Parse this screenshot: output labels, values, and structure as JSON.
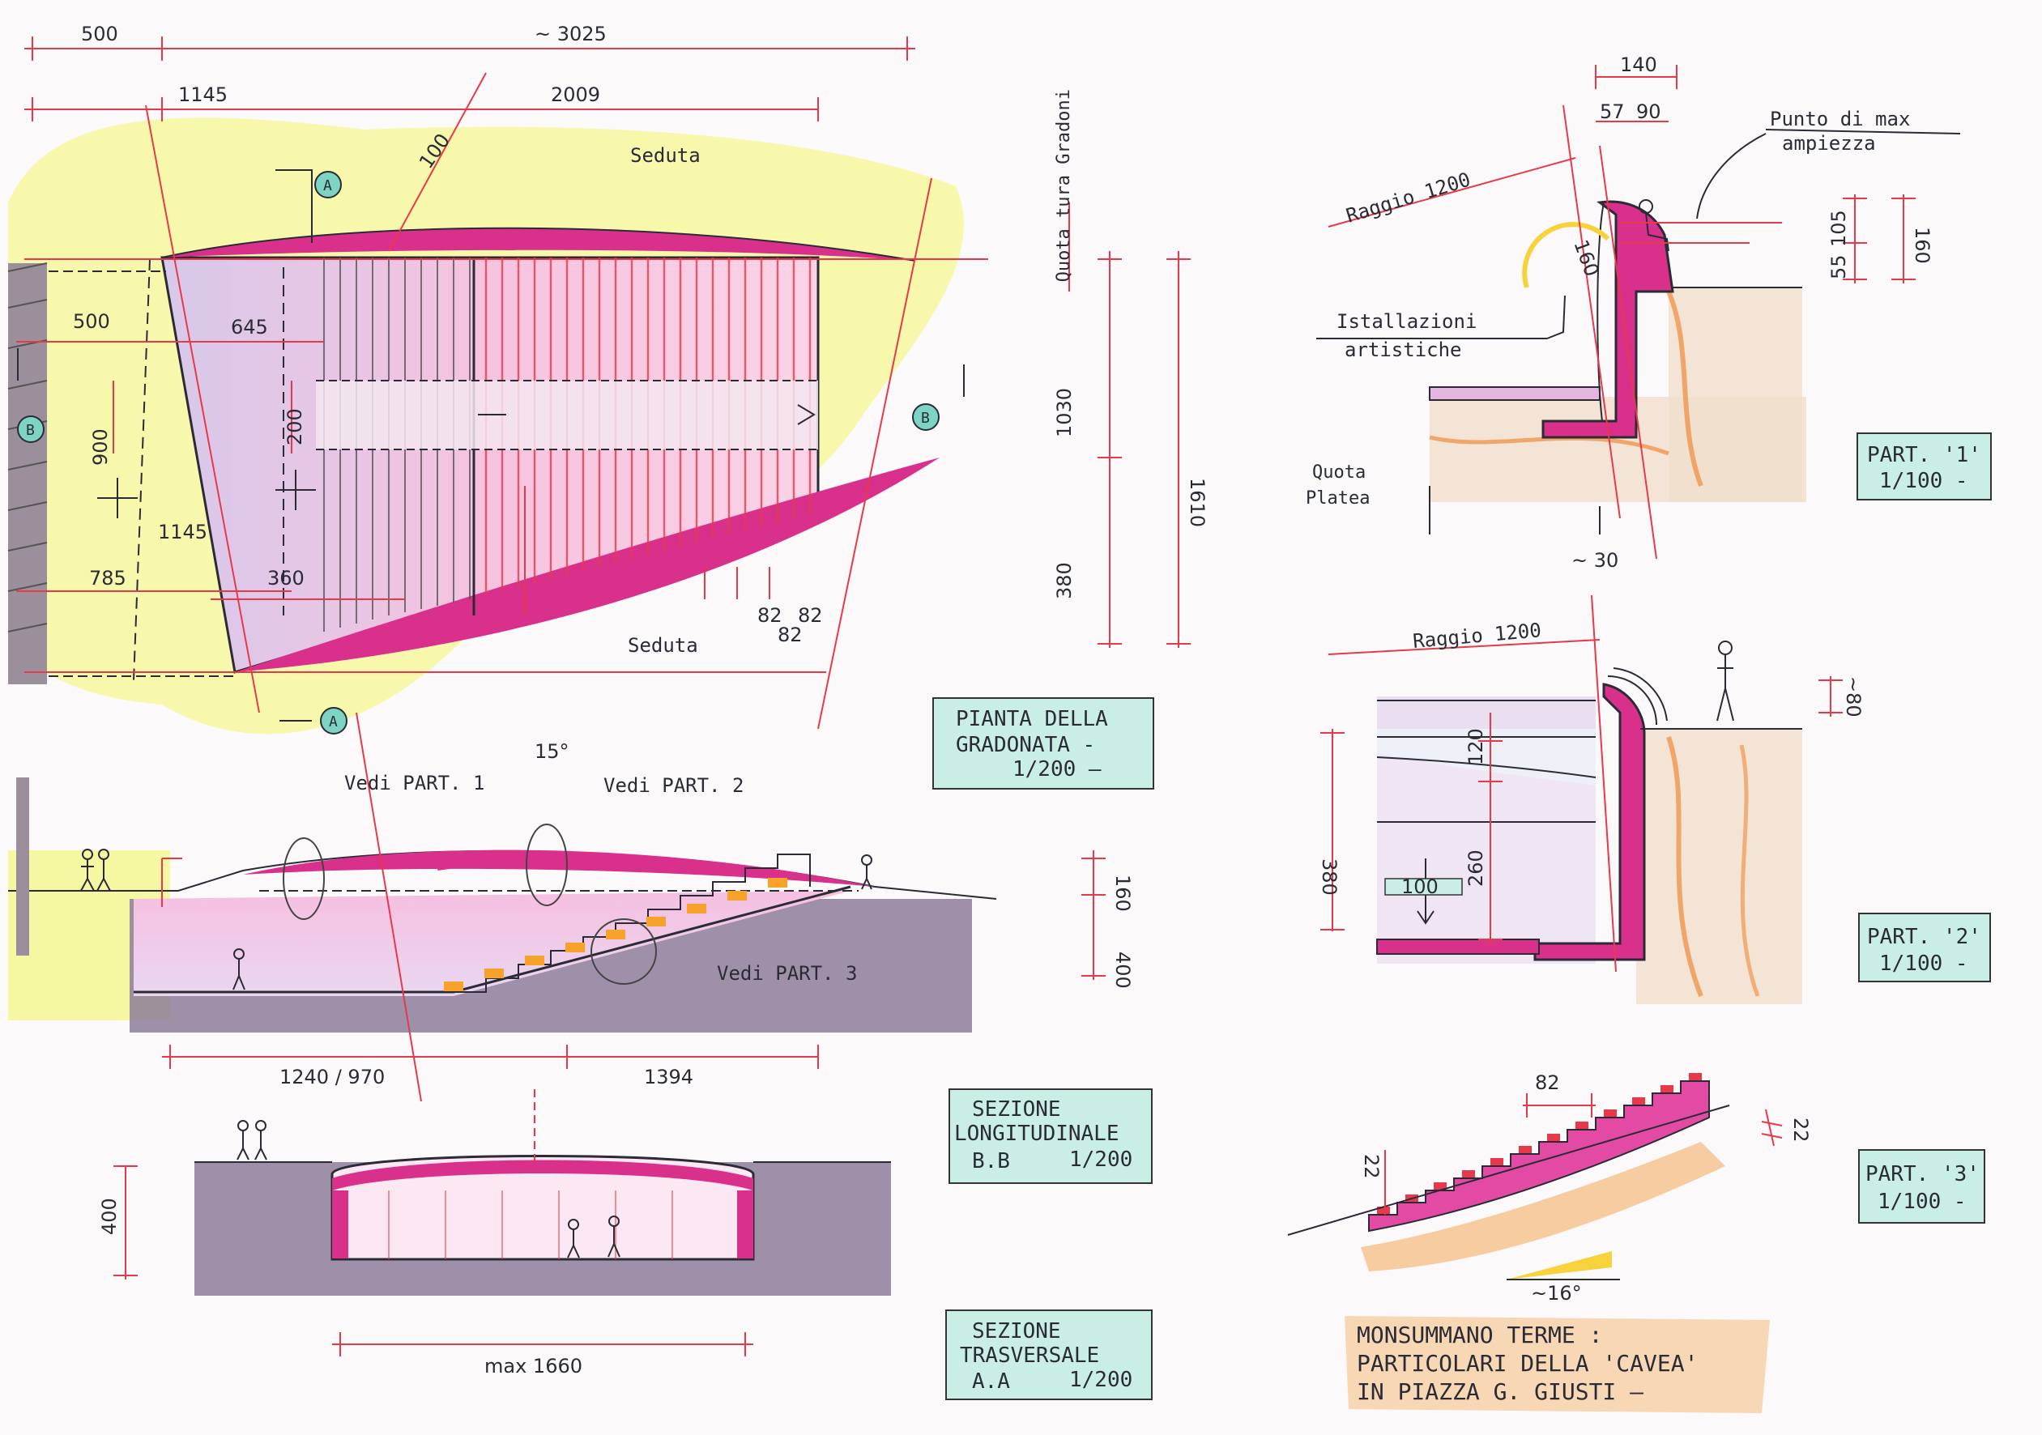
{
  "plan": {
    "dims": {
      "overall_top": "~ 3025",
      "top_left": "500",
      "mid_left": "1145",
      "mid_center": "2009",
      "seat_width": "100",
      "left_500": "500",
      "d645": "645",
      "d900": "900",
      "d200": "200",
      "d1145": "1145",
      "d785": "785",
      "d360": "360",
      "d82a": "82",
      "d82b": "82",
      "d82c": "82",
      "angle15": "15°",
      "h1030": "1030",
      "h380": "380",
      "h1610": "1610"
    },
    "labels": {
      "seduta_top": "Seduta",
      "seduta_bottom": "Seduta",
      "quota_tura": "Quota tura Gradoni",
      "marker_a_top": "A",
      "marker_a_bottom": "A",
      "marker_b_left": "B",
      "marker_b_right": "B"
    },
    "title_box": {
      "line1": "PIANTA DELLA",
      "line2": "GRADONATA -",
      "scale": "1/200 —"
    }
  },
  "long_section": {
    "labels": {
      "vedi1": "Vedi PART. 1",
      "vedi2": "Vedi PART. 2",
      "vedi3": "Vedi PART. 3"
    },
    "dims": {
      "h160": "160",
      "h400": "400",
      "w1240": "1240 / 970",
      "w1394": "1394"
    },
    "title_box": {
      "line1": "SEZIONE",
      "line2": "LONGITUDINALE",
      "line3": "B.B",
      "scale": "1/200"
    }
  },
  "cross_section": {
    "dims": {
      "h400": "400",
      "w1660": "max 1660"
    },
    "title_box": {
      "line1": "SEZIONE",
      "line2": "TRASVERSALE",
      "line3": "A.A",
      "scale": "1/200"
    }
  },
  "part1": {
    "dims": {
      "w140": "140",
      "w57": "57",
      "w90": "90",
      "r160": "160",
      "h105": "105",
      "h55": "55",
      "h160": "160",
      "w30": "~ 30"
    },
    "labels": {
      "raggio": "Raggio 1200",
      "punto": "Punto di max",
      "punto2": "ampiezza",
      "inst1": "Istallazioni",
      "inst2": "artistiche",
      "quota1": "Quota",
      "quota2": "Platea"
    },
    "title_box": {
      "line1": "PART. '1'",
      "scale": "1/100 -"
    }
  },
  "part2": {
    "dims": {
      "h380": "380",
      "h120": "120",
      "h260": "260",
      "h100": "100",
      "h80": "~80"
    },
    "labels": {
      "raggio": "Raggio 1200"
    },
    "title_box": {
      "line1": "PART. '2'",
      "scale": "1/100 -"
    }
  },
  "part3": {
    "dims": {
      "w82": "82",
      "h22": "22",
      "h22b": "22",
      "angle": "~16°"
    },
    "title_box": {
      "line1": "PART. '3'",
      "scale": "1/100 -"
    }
  },
  "main_title": {
    "line1": "MONSUMMANO TERME :",
    "line2": "PARTICOLARI DELLA 'CAVEA'",
    "line3": "IN PIAZZA G. GIUSTI —"
  }
}
